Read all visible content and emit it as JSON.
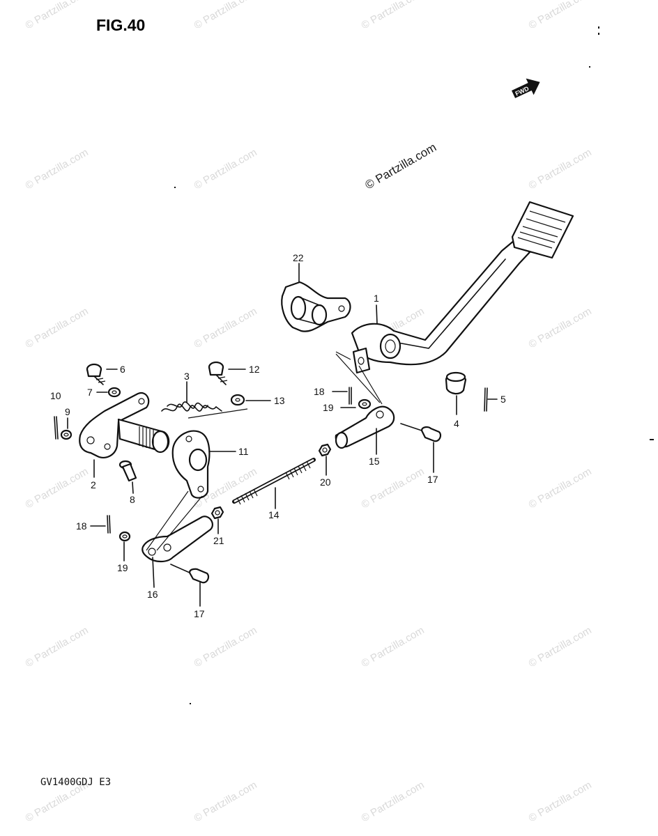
{
  "figure": {
    "title": "FIG.40",
    "model_code": "GV1400GDJ E3",
    "direction_marker": "FWD"
  },
  "watermark": {
    "text": "© Partzilla.com",
    "prominent_text": "© Partzilla.com"
  },
  "callouts": {
    "c1": "1",
    "c2": "2",
    "c3": "3",
    "c4": "4",
    "c5": "5",
    "c6": "6",
    "c7": "7",
    "c8": "8",
    "c9": "9",
    "c10": "10",
    "c11": "11",
    "c12": "12",
    "c13": "13",
    "c14": "14",
    "c15": "15",
    "c16": "16",
    "c17a": "17",
    "c17b": "17",
    "c18a": "18",
    "c18b": "18",
    "c19a": "19",
    "c19b": "19",
    "c20": "20",
    "c21": "21",
    "c22": "22"
  }
}
